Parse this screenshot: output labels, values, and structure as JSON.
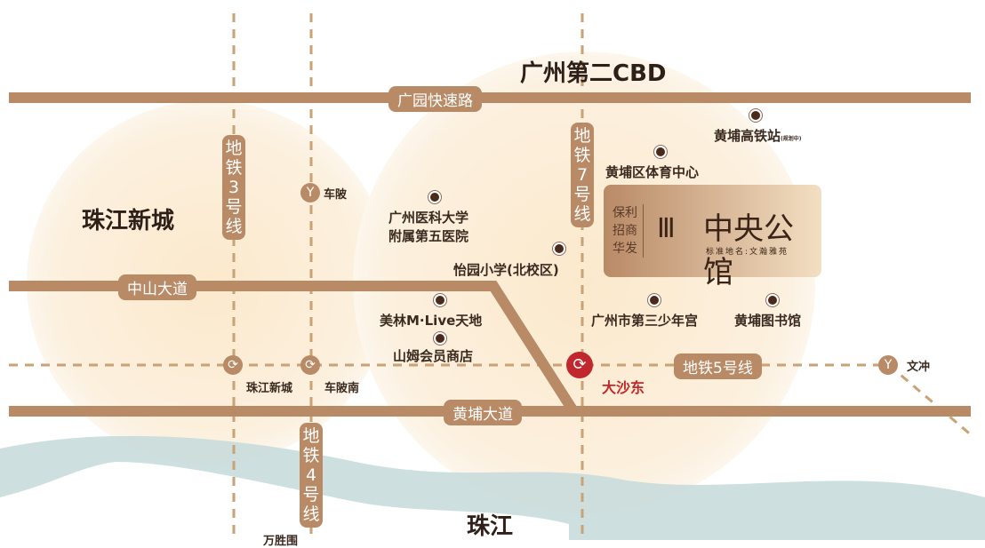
{
  "areas": {
    "cbd2": "广州第二CBD",
    "zhujiang_newtown": "珠江新城",
    "river": "珠江"
  },
  "roads": {
    "guangyuan": "广园快速路",
    "zhongshan": "中山大道",
    "huangpu": "黄埔大道"
  },
  "metro": {
    "line3": "地铁3号线",
    "line4": "地铁4号线",
    "line7": "地铁7号线",
    "line5": "地铁5号线"
  },
  "stations": {
    "chebei": "车陂",
    "zhujiang_xincheng": "珠江新城",
    "chebei_nan": "车陂南",
    "dashadong": "大沙东",
    "wenchong": "文冲",
    "wanshengwei": "万胜围"
  },
  "pois": {
    "hp_hsr": "黄埔高铁站",
    "hp_hsr_note": "(规划中)",
    "hp_sports": "黄埔区体育中心",
    "gz_med": "广州医科大学\n附属第五医院",
    "yiyuan": "怡园小学(北校区)",
    "meilin": "美林M·Live天地",
    "sams": "山姆会员商店",
    "youth_palace": "广州市第三少年宫",
    "hp_library": "黄埔图书馆"
  },
  "project": {
    "developers": "保利\n招商\n华发",
    "name": "中央公馆",
    "registered": "标准地名:文瀚雅苑"
  },
  "colors": {
    "road": "#b98a66",
    "metro": "#c9a275",
    "river": "#c8dcdc",
    "circle": "#fbeed8",
    "highlight": "#c0282d"
  }
}
